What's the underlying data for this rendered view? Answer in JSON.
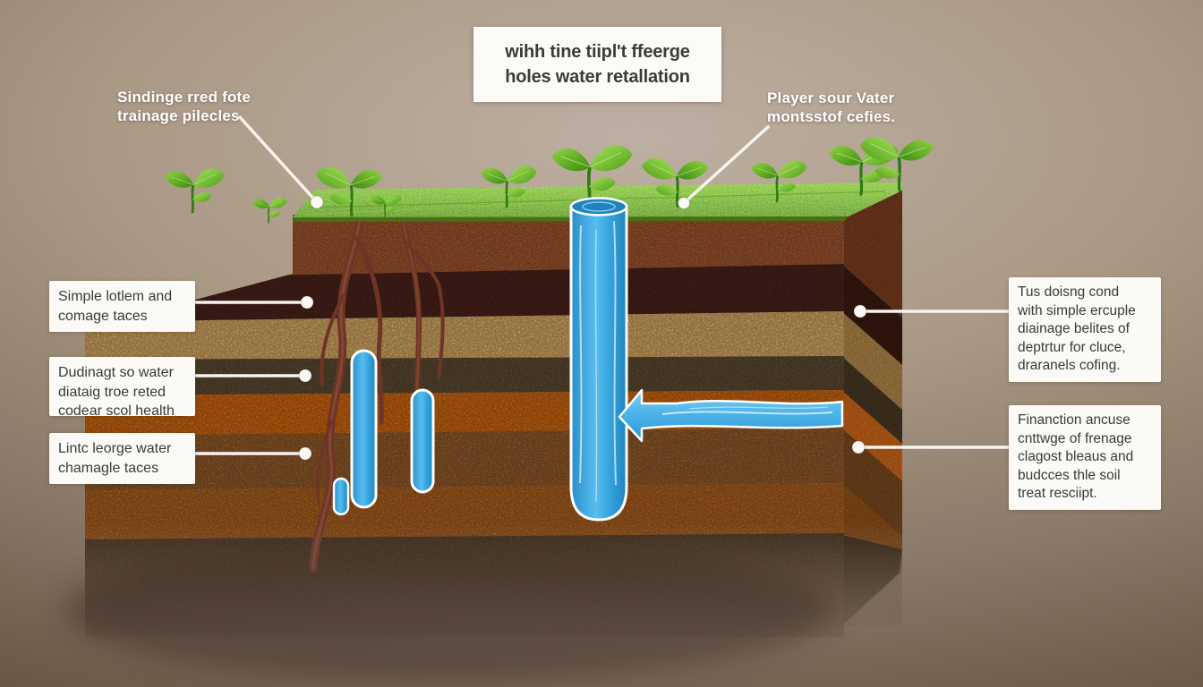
{
  "title": {
    "line1": "wihh tine tiipl't ffeerge",
    "line2": "holes water retallation"
  },
  "floating_labels": {
    "top_left": {
      "line1": "Sindinge rred fote",
      "line2": "trainage pilecles"
    },
    "top_right": {
      "line1": "Player sour Vater",
      "line2": "montsstof cefies."
    }
  },
  "left_labels": {
    "box1": {
      "line1": "Simple lotlem and",
      "line2": "comage taces"
    },
    "box2": {
      "line1": "Dudinagt so water",
      "line2": "diataig troe reted",
      "line3": "codear scol health"
    },
    "box3": {
      "line1": "Lintc leorge water",
      "line2": "chamagle taces"
    }
  },
  "right_labels": {
    "box1": {
      "line1": "Tus doisng cond",
      "line2": "with simple ercuple",
      "line3": "diainage belites of",
      "line4": "deptrtur for cluce,",
      "line5": "draranels cofing."
    },
    "box2": {
      "line1": "Finanction ancuse",
      "line2": "cnttwge of frenage",
      "line3": "clagost bleaus and",
      "line4": "budcces thle soil",
      "line5": "treat resciipt."
    }
  },
  "diagram": {
    "type": "soil-cross-section",
    "layers": [
      {
        "name": "grass",
        "color": "#5da81e"
      },
      {
        "name": "topsoil",
        "color": "#95502b"
      },
      {
        "name": "dark-humus",
        "color": "#47201a"
      },
      {
        "name": "sand",
        "color": "#c79e5d"
      },
      {
        "name": "clay-loam",
        "color": "#57462f"
      },
      {
        "name": "orange-subsoil",
        "color": "#c06010"
      },
      {
        "name": "brown-subsoil",
        "color": "#8a5527"
      },
      {
        "name": "rust-layer",
        "color": "#a05a1d"
      },
      {
        "name": "deep-soil",
        "color": "#4f3a27"
      }
    ],
    "water_color": "#3aa8e0",
    "plants_count": 9,
    "water_columns_count": 4,
    "flow_arrow_direction": "left"
  }
}
